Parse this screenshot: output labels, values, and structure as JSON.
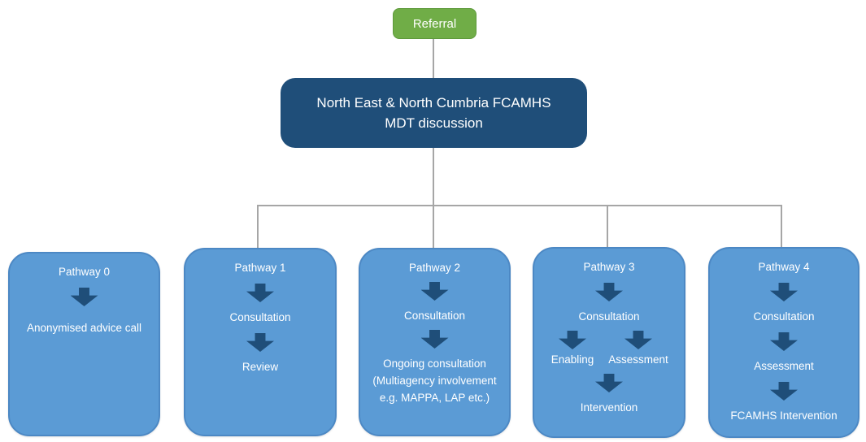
{
  "colors": {
    "green": "#70AD47",
    "green_border": "#5E9A3C",
    "navy": "#1F4E79",
    "blue": "#5B9BD5",
    "blue_border": "#4C88C4",
    "arrow_navy": "#1F4E79",
    "connector_gray": "#A6A6A6",
    "text_white": "#FFFFFF"
  },
  "referral": {
    "label": "Referral"
  },
  "mdt": {
    "line1": "North East & North Cumbria FCAMHS",
    "line2": "MDT discussion"
  },
  "pathways": [
    {
      "title": "Pathway 0",
      "step1": "Anonymised advice call"
    },
    {
      "title": "Pathway 1",
      "step1": "Consultation",
      "step2": "Review"
    },
    {
      "title": "Pathway 2",
      "step1": "Consultation",
      "step2": "Ongoing consultation\n(Multiagency involvement\ne.g. MAPPA,  LAP etc.)"
    },
    {
      "title": "Pathway 3",
      "step1": "Consultation",
      "branch_left": "Enabling",
      "branch_right": "Assessment",
      "step3": "Intervention"
    },
    {
      "title": "Pathway 4",
      "step1": "Consultation",
      "step2": "Assessment",
      "step3": "FCAMHS Intervention"
    }
  ]
}
